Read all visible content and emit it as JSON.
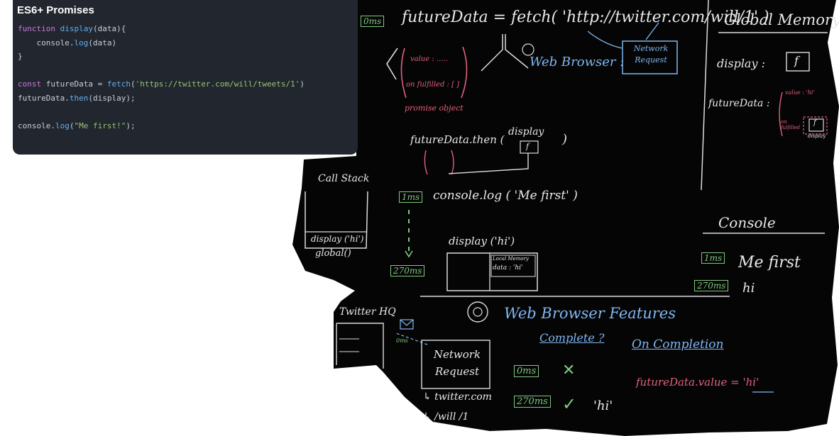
{
  "code": {
    "title": "ES6+ Promises",
    "lines": [
      [
        {
          "t": "function ",
          "c": "kw"
        },
        {
          "t": "display",
          "c": "fn"
        },
        {
          "t": "(data){",
          "c": ""
        }
      ],
      [
        {
          "t": "    console.",
          "c": ""
        },
        {
          "t": "log",
          "c": "fn"
        },
        {
          "t": "(data)",
          "c": ""
        }
      ],
      [
        {
          "t": "}",
          "c": ""
        }
      ],
      [],
      [
        {
          "t": "const ",
          "c": "kw"
        },
        {
          "t": "futureData = ",
          "c": ""
        },
        {
          "t": "fetch",
          "c": "fn"
        },
        {
          "t": "(",
          "c": ""
        },
        {
          "t": "'https://twitter.com/will/tweets/1'",
          "c": "str"
        },
        {
          "t": ")",
          "c": ""
        }
      ],
      [
        {
          "t": "futureData.",
          "c": ""
        },
        {
          "t": "then",
          "c": "fn"
        },
        {
          "t": "(display);",
          "c": ""
        }
      ],
      [],
      [
        {
          "t": "console.",
          "c": ""
        },
        {
          "t": "log",
          "c": "fn"
        },
        {
          "t": "(",
          "c": ""
        },
        {
          "t": "\"Me first!\"",
          "c": "str"
        },
        {
          "t": ");",
          "c": ""
        }
      ]
    ]
  },
  "board": {
    "top": {
      "time_0ms": "0ms",
      "assignment": "futureData = fetch( 'http://twitter.com/will/1' )",
      "network_request": "Network Request",
      "web_browser": "Web Browser :",
      "promise_value": "value : .....",
      "promise_onfulfilled": "on fulfilled : [ ]",
      "promise_object": "promise object"
    },
    "then_line": {
      "text": "futureData.then (",
      "arg": "display",
      "close": ")",
      "f": "f"
    },
    "console_line": {
      "time": "1ms",
      "text": "console.log ( 'Me first' )"
    },
    "time_270": "270ms",
    "exec": {
      "title": "display ('hi')",
      "local_memory": "Local Memory",
      "data_entry": "data : 'hi'"
    },
    "call_stack": {
      "title": "Call Stack",
      "frames": [
        "display ('hi')",
        "global()"
      ]
    },
    "global_memory": {
      "title": "Global Memory",
      "display_label": "display :",
      "display_f": "f",
      "future_label": "futureData :",
      "future_value": "value : 'hi'",
      "future_onfulfilled": "on fulfilled",
      "future_f": "f",
      "future_display": "display"
    },
    "console": {
      "title": "Console",
      "entries": [
        {
          "time": "1ms",
          "text": "Me first"
        },
        {
          "time": "270ms",
          "text": "hi"
        }
      ]
    },
    "features": {
      "title": "Web Browser Features",
      "complete_header": "Complete ?",
      "completion_header": "On Completion",
      "rows": [
        {
          "time": "0ms",
          "mark": "✕"
        },
        {
          "time": "270ms",
          "mark": "✓",
          "value": "'hi'"
        }
      ],
      "completion_text": "futureData.value = 'hi'"
    },
    "twitter": {
      "title": "Twitter HQ",
      "time": "0ms",
      "network_request": "Network Request",
      "domain": "↳ twitter.com",
      "path": "↳ /will /1"
    }
  },
  "colors": {
    "chalk_white": "#e8e8e8",
    "chalk_blue": "#7fb7f2",
    "chalk_pink": "#e3617f",
    "chalk_green": "#7fc97f",
    "code_bg": "#22262e"
  }
}
